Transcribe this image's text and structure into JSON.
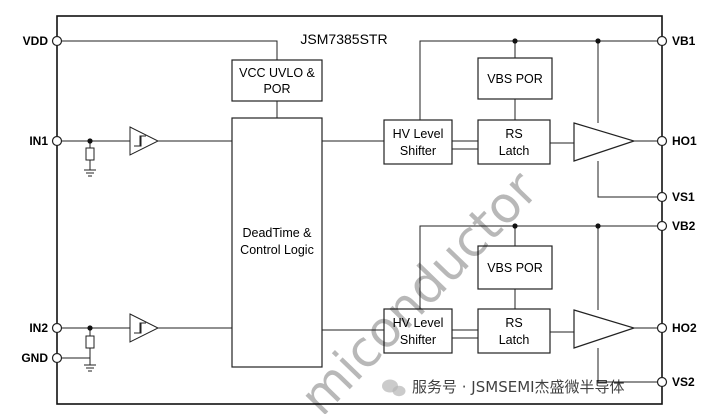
{
  "title": "JSM7385STR",
  "pins": {
    "vdd": "VDD",
    "in1": "IN1",
    "in2": "IN2",
    "gnd": "GND",
    "vb1": "VB1",
    "ho1": "HO1",
    "vs1": "VS1",
    "vb2": "VB2",
    "ho2": "HO2",
    "vs2": "VS2"
  },
  "blocks": {
    "uvlo": [
      "VCC UVLO &",
      "POR"
    ],
    "deadtime": [
      "DeadTime &",
      "Control Logic"
    ],
    "level_shifter_1": [
      "HV Level",
      "Shifter"
    ],
    "rs_latch_1": [
      "RS",
      "Latch"
    ],
    "vbs_por_1": "VBS POR",
    "level_shifter_2": [
      "HV Level",
      "Shifter"
    ],
    "rs_latch_2": [
      "RS",
      "Latch"
    ],
    "vbs_por_2": "VBS POR"
  },
  "watermark": {
    "diagonal": "miconductor",
    "footer": "服务号 · JSMSEMI杰盛微半导体"
  }
}
